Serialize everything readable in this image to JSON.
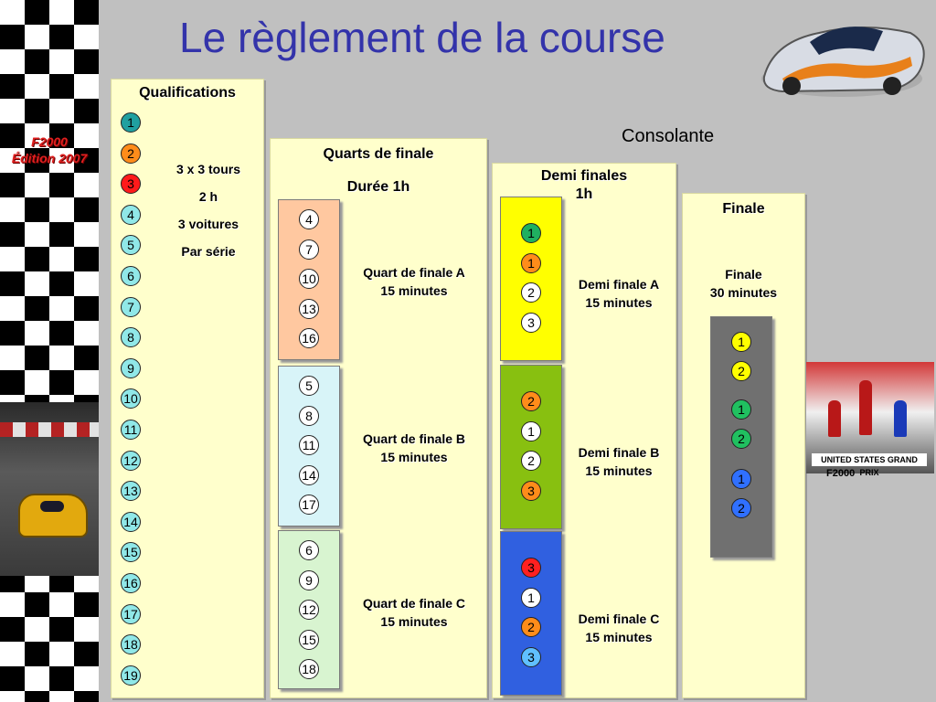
{
  "title": "Le règlement de la course",
  "edition": "F2000 Édition 2007",
  "consolante": "Consolante",
  "qualifications": {
    "title": "Qualifications",
    "numbers": [
      "1",
      "2",
      "3",
      "4",
      "5",
      "6",
      "7",
      "8",
      "9",
      "10",
      "11",
      "12",
      "13",
      "14",
      "15",
      "16",
      "17",
      "18",
      "19"
    ],
    "highlight_colors": {
      "1": "#20a0a0",
      "2": "#ff8c1a",
      "3": "#ff1a1a"
    },
    "default_color": "#90e8e8",
    "info": [
      "3 x 3 tours",
      "2 h",
      "3 voitures",
      "Par série"
    ]
  },
  "quarts": {
    "title": "Quarts de finale",
    "duration": "Durée 1h",
    "groups": [
      {
        "name": "Quart de finale A",
        "time": "15 minutes",
        "numbers": [
          "4",
          "7",
          "10",
          "13",
          "16"
        ],
        "bg": "#ffc8a0"
      },
      {
        "name": "Quart de finale B",
        "time": "15 minutes",
        "numbers": [
          "5",
          "8",
          "11",
          "14",
          "17"
        ],
        "bg": "#d8f4f8"
      },
      {
        "name": "Quart de finale C",
        "time": "15 minutes",
        "numbers": [
          "6",
          "9",
          "12",
          "15",
          "18"
        ],
        "bg": "#d8f4d0"
      }
    ]
  },
  "demi": {
    "title": "Demi finales",
    "duration": "1h",
    "groups": [
      {
        "name": "Demi finale A",
        "time": "15 minutes",
        "numbers": [
          "1",
          "1",
          "2",
          "3"
        ],
        "colors": [
          "#20b060",
          "#ff8c1a",
          "#ffffff",
          "#ffffff"
        ],
        "bg": "#ffff00"
      },
      {
        "name": "Demi finale B",
        "time": "15 minutes",
        "numbers": [
          "2",
          "1",
          "2",
          "3"
        ],
        "colors": [
          "#ff8c1a",
          "#ffffff",
          "#ffffff",
          "#ff8c1a"
        ],
        "bg": "#88c010"
      },
      {
        "name": "Demi finale C",
        "time": "15 minutes",
        "numbers": [
          "3",
          "1",
          "2",
          "3"
        ],
        "colors": [
          "#ff2020",
          "#ffffff",
          "#ff8c1a",
          "#60c0ff"
        ],
        "bg": "#3060e0"
      }
    ]
  },
  "finale": {
    "title": "Finale",
    "label": "Finale",
    "time": "30 minutes",
    "numbers": [
      "1",
      "2",
      "1",
      "2",
      "1",
      "2"
    ],
    "colors": [
      "#ffff00",
      "#ffff00",
      "#20c060",
      "#20c060",
      "#3070ff",
      "#3070ff"
    ]
  },
  "podium_banner": "UNITED STATES GRAND PRIX",
  "podium_label": "F2000",
  "colors": {
    "title": "#3333aa",
    "edition": "#e02020",
    "panel": "#ffffcc",
    "finale_group": "#707070"
  }
}
